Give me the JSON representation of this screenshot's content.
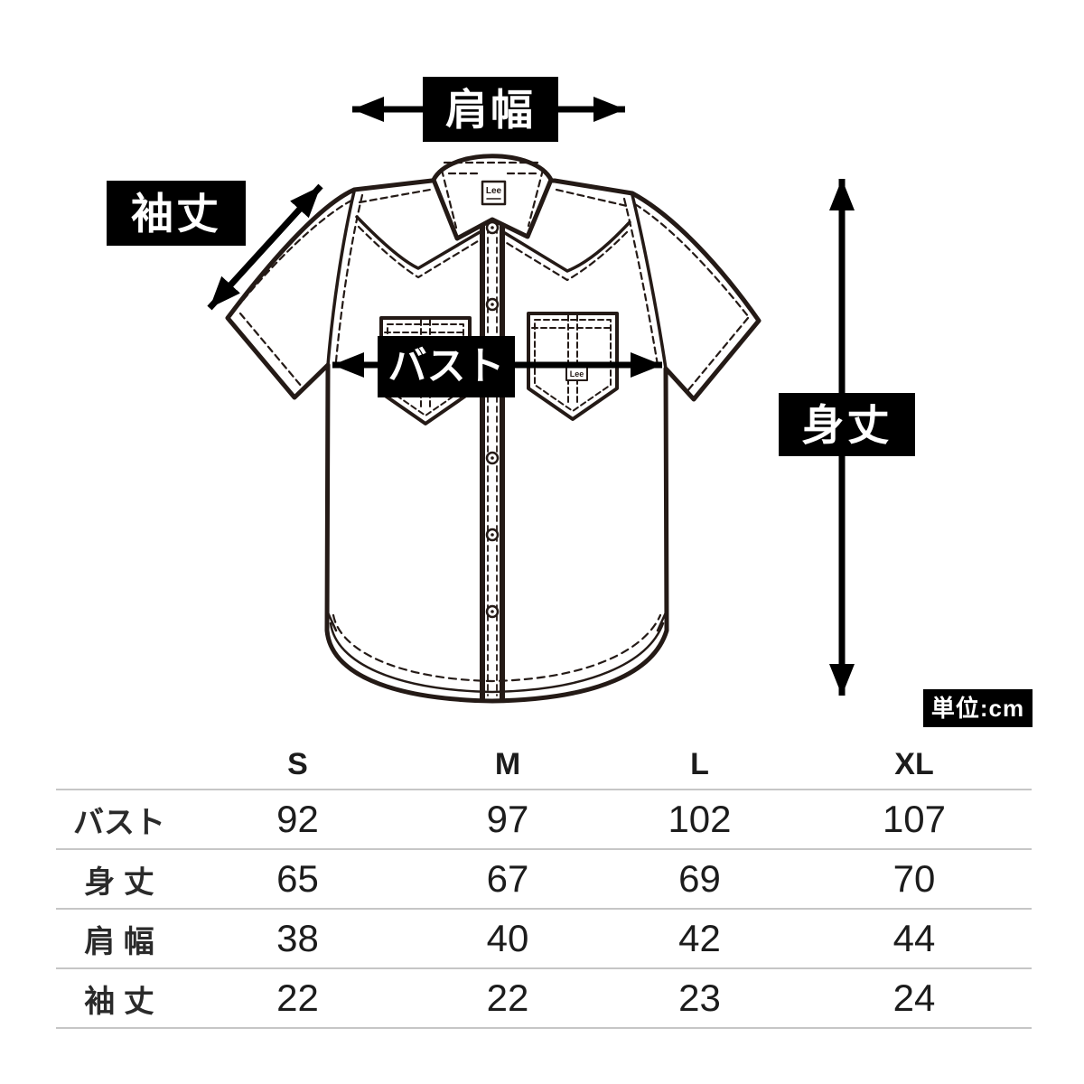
{
  "page": {
    "background": "#ffffff"
  },
  "diagram": {
    "labels": {
      "shoulder": "肩幅",
      "sleeve": "袖丈",
      "bust": "バスト",
      "length": "身丈"
    },
    "unit_label": "単位:cm",
    "brand": "Lee",
    "colors": {
      "label_bg": "#000000",
      "label_text": "#ffffff",
      "line_art": "#241a16",
      "arrow": "#000000",
      "table_rule": "#c6c6c6"
    },
    "icons": {
      "shoulder_arrow": "double-headed-horizontal-arrow",
      "sleeve_arrow": "double-headed-diagonal-arrow",
      "bust_arrow": "double-headed-horizontal-arrow",
      "length_arrow": "double-headed-vertical-arrow"
    }
  },
  "size_table": {
    "columns": [
      "S",
      "M",
      "L",
      "XL"
    ],
    "rows": [
      {
        "label": "バスト",
        "values": [
          "92",
          "97",
          "102",
          "107"
        ]
      },
      {
        "label": "身 丈",
        "values": [
          "65",
          "67",
          "69",
          "70"
        ]
      },
      {
        "label": "肩 幅",
        "values": [
          "38",
          "40",
          "42",
          "44"
        ]
      },
      {
        "label": "袖 丈",
        "values": [
          "22",
          "22",
          "23",
          "24"
        ]
      }
    ]
  }
}
